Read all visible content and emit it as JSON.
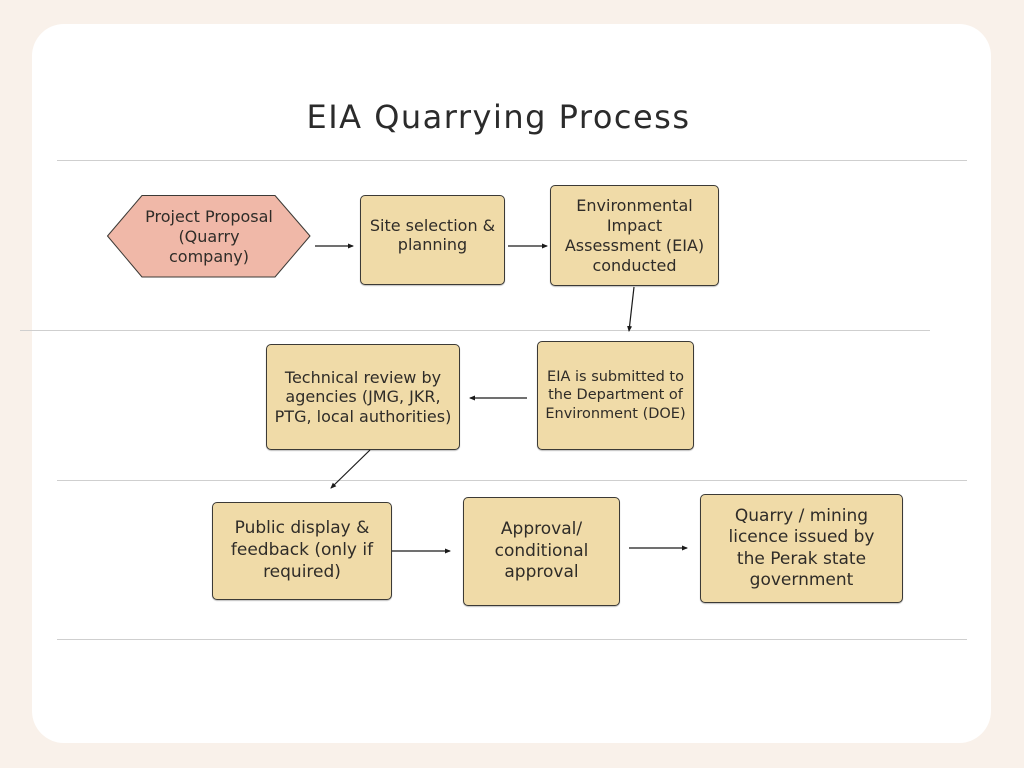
{
  "diagram": {
    "title": "EIA Quarrying Process",
    "colors": {
      "page_background": "#f9f1ea",
      "card_background": "#ffffff",
      "start_node_fill": "#f0b8a8",
      "process_node_fill": "#f0dba8",
      "node_border": "#3c3a36",
      "separator": "#cfcfcf",
      "arrow": "#1a1a1a"
    },
    "nodes": [
      {
        "id": "project-proposal",
        "shape": "hexagon",
        "label": "Project Proposal (Quarry company)"
      },
      {
        "id": "site-selection",
        "shape": "rect",
        "label": "Site selection & planning"
      },
      {
        "id": "eia-conducted",
        "shape": "rect",
        "label": "Environmental Impact Assessment (EIA) conducted"
      },
      {
        "id": "eia-submitted",
        "shape": "rect",
        "label": "EIA is submitted to the Department of Environment (DOE)"
      },
      {
        "id": "technical-review",
        "shape": "rect",
        "label": "Technical review by agencies (JMG, JKR, PTG, local authorities)"
      },
      {
        "id": "public-display",
        "shape": "rect",
        "label": "Public display & feedback (only if required)"
      },
      {
        "id": "approval",
        "shape": "rect",
        "label": "Approval/ conditional approval"
      },
      {
        "id": "licence-issued",
        "shape": "rect",
        "label": "Quarry / mining licence issued by the Perak state government"
      }
    ],
    "edges": [
      {
        "from": "project-proposal",
        "to": "site-selection"
      },
      {
        "from": "site-selection",
        "to": "eia-conducted"
      },
      {
        "from": "eia-conducted",
        "to": "eia-submitted"
      },
      {
        "from": "eia-submitted",
        "to": "technical-review"
      },
      {
        "from": "technical-review",
        "to": "public-display"
      },
      {
        "from": "public-display",
        "to": "approval"
      },
      {
        "from": "approval",
        "to": "licence-issued"
      }
    ]
  }
}
